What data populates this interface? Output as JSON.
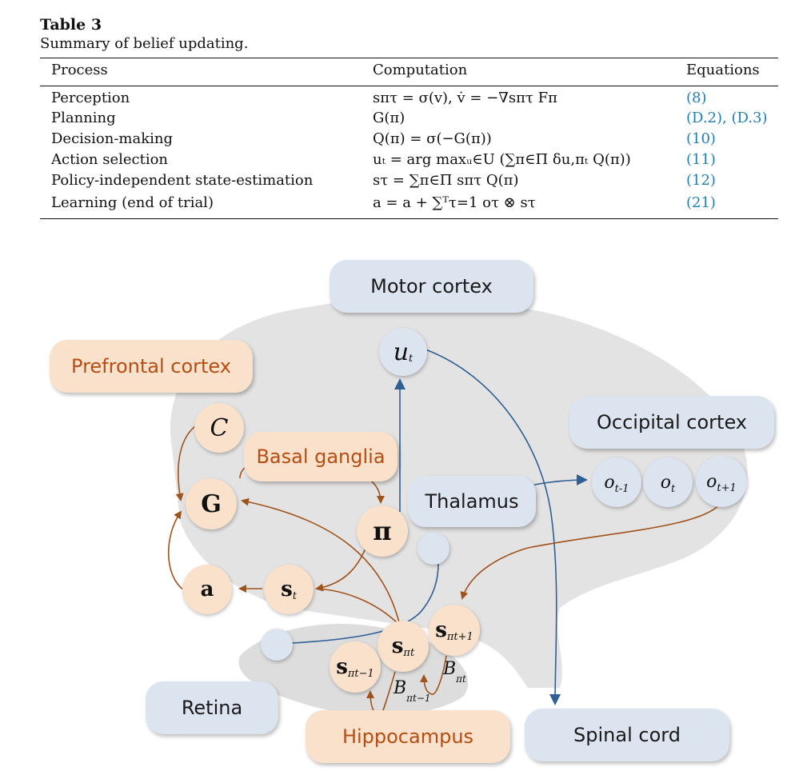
{
  "table": {
    "title": "Table 3",
    "caption": "Summary of belief updating.",
    "headers": [
      "Process",
      "Computation",
      "Equations"
    ],
    "rows": [
      {
        "process": "Perception",
        "computation": "sπτ = σ(v), v̇ = −∇sπτ Fπ",
        "equations": "(8)"
      },
      {
        "process": "Planning",
        "computation": "G(π)",
        "equations": "(D.2), (D.3)"
      },
      {
        "process": "Decision-making",
        "computation": "Q(π) = σ(−G(π))",
        "equations": "(10)"
      },
      {
        "process": "Action selection",
        "computation": "uₜ = arg maxᵤ∈U (∑π∈Π δu,πₜ Q(π))",
        "equations": "(11)"
      },
      {
        "process": "Policy-independent state-estimation",
        "computation": "sτ = ∑π∈Π sπτ Q(π)",
        "equations": "(12)"
      },
      {
        "process": "Learning (end of trial)",
        "computation": "a = a + ∑ᵀτ=1 oτ ⊗ sτ",
        "equations": "(21)"
      }
    ]
  },
  "figure": {
    "regions": {
      "motor_cortex": "Motor cortex",
      "prefrontal_cortex": "Prefrontal cortex",
      "occipital_cortex": "Occipital cortex",
      "basal_ganglia": "Basal ganglia",
      "thalamus": "Thalamus",
      "retina": "Retina",
      "hippocampus": "Hippocampus",
      "spinal_cord": "Spinal cord"
    },
    "nodes": {
      "u_main": "u",
      "u_sub": "t",
      "C": "C",
      "G": "G",
      "pi": "π",
      "a": "a",
      "s_main": "s",
      "s_sub": "t",
      "o_prev_main": "o",
      "o_prev_sub": "t-1",
      "o_cur_main": "o",
      "o_cur_sub": "t",
      "o_next_main": "o",
      "o_next_sub": "t+1",
      "spt_main": "s",
      "spt_sub": "πt",
      "sptm1_main": "s",
      "sptm1_sub": "πt−1",
      "sptp1_main": "s",
      "sptp1_sub": "πt+1"
    },
    "transitions": {
      "b_prev_main": "B",
      "b_prev_sub": "πt−1",
      "b_cur_main": "B",
      "b_cur_sub": "πt"
    },
    "colors": {
      "blue_box": "#dce4f0",
      "peach_box": "#f9e1cc",
      "peach_text": "#b64d12",
      "brown_arrow": "#a0521a",
      "blue_arrow": "#2f5f94",
      "link_blue": "#1d7fb3"
    }
  }
}
